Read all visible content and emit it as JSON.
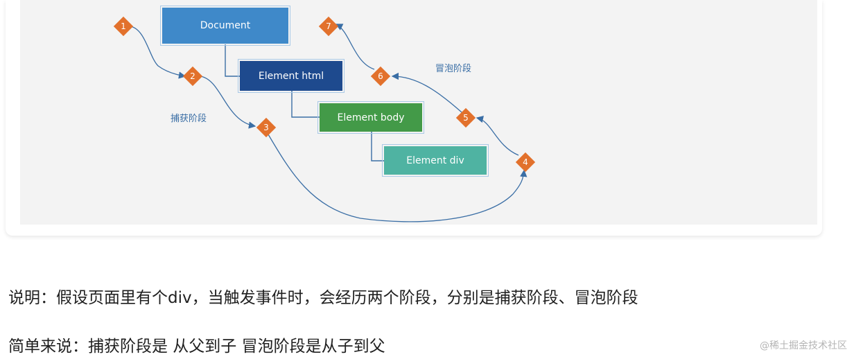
{
  "diagram": {
    "nodes": [
      {
        "id": "document",
        "label": "Document",
        "color": "#3f89c9"
      },
      {
        "id": "html",
        "label": "Element html",
        "color": "#1e4a8e"
      },
      {
        "id": "body",
        "label": "Element body",
        "color": "#439a48"
      },
      {
        "id": "div",
        "label": "Element div",
        "color": "#4fb3a2"
      }
    ],
    "steps": [
      "1",
      "2",
      "3",
      "4",
      "5",
      "6",
      "7"
    ],
    "step_color": "#e2712c",
    "capture_label": "捕获阶段",
    "bubble_label": "冒泡阶段",
    "curve_color": "#3a6ea5"
  },
  "text": {
    "line1": "说明：假设页面里有个div，当触发事件时，会经历两个阶段，分别是捕获阶段、冒泡阶段",
    "line2": "简单来说：捕获阶段是 从父到子  冒泡阶段是从子到父"
  },
  "watermark": "@稀土掘金技术社区"
}
